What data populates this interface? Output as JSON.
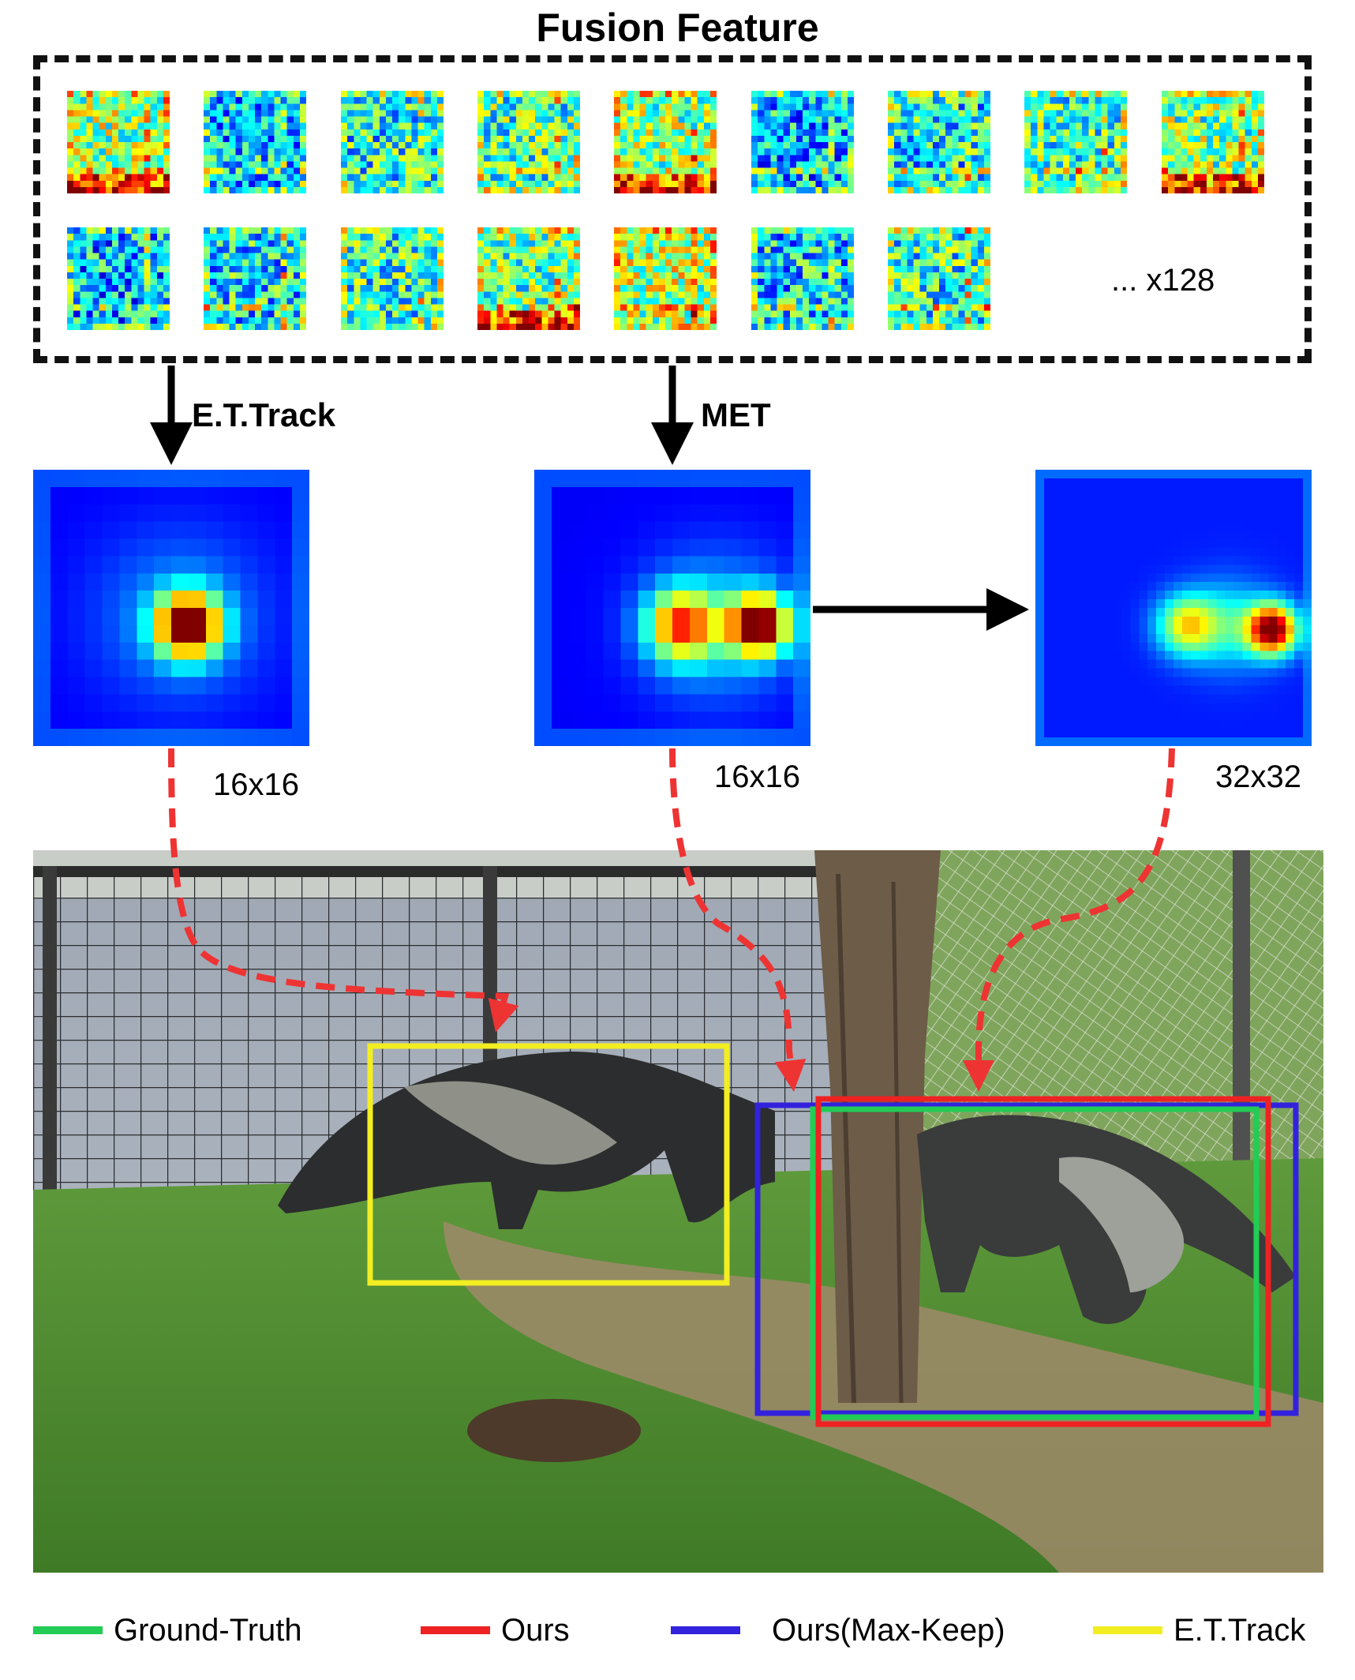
{
  "figure": {
    "title": "Fusion Feature",
    "more_label": "...  x128",
    "methods": {
      "baseline": "E.T.Track",
      "ours": "MET"
    },
    "sizes": {
      "baseline_map": "16x16",
      "ours_map": "16x16",
      "upsampled_map": "32x32"
    }
  },
  "legend": [
    {
      "label": "Ground-Truth",
      "color": "#22cc55"
    },
    {
      "label": "Ours",
      "color": "#ee2222"
    },
    {
      "label": "Ours(Max-Keep)",
      "color": "#3322dd"
    },
    {
      "label": "E.T.Track",
      "color": "#f2ee22"
    }
  ],
  "colors": {
    "arrow": "#000000",
    "dashed_arrow": "#ee3333"
  }
}
